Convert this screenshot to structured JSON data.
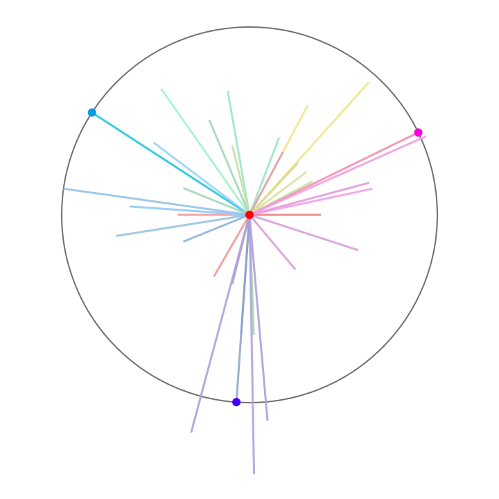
{
  "diagram": {
    "background_color": "#ffffff",
    "circle": {
      "stroke_color": "#707070"
    },
    "center_point": {
      "color": "#ff0000"
    },
    "rays": [
      {
        "angle_deg": 0,
        "length": 0.38,
        "color": "#e57373",
        "opacity": 0.8
      },
      {
        "angle_deg": 180,
        "length": 0.38,
        "color": "#ef9a9a",
        "opacity": 0.9
      },
      {
        "angle_deg": 147,
        "length": 1.0,
        "color": "#26c6da",
        "opacity": 0.9
      },
      {
        "angle_deg": 143,
        "length": 0.64,
        "color": "#90caf9",
        "opacity": 0.8
      },
      {
        "angle_deg": 172,
        "length": 1.0,
        "color": "#90bfe0",
        "opacity": 0.85
      },
      {
        "angle_deg": 176,
        "length": 0.64,
        "color": "#90caf9",
        "opacity": 0.9
      },
      {
        "angle_deg": 189,
        "length": 0.72,
        "color": "#90bfe0",
        "opacity": 0.85
      },
      {
        "angle_deg": 202,
        "length": 0.38,
        "color": "#90b4d8",
        "opacity": 0.9
      },
      {
        "angle_deg": 125,
        "length": 0.82,
        "color": "#a7f3d0",
        "opacity": 0.95
      },
      {
        "angle_deg": 100,
        "length": 0.67,
        "color": "#9de5c6",
        "opacity": 0.9
      },
      {
        "angle_deg": 113,
        "length": 0.55,
        "color": "#a5d6b8",
        "opacity": 0.9
      },
      {
        "angle_deg": 158,
        "length": 0.38,
        "color": "#a5d6b8",
        "opacity": 0.9
      },
      {
        "angle_deg": 104,
        "length": 0.38,
        "color": "#c5e1a5",
        "opacity": 0.9
      },
      {
        "angle_deg": 69,
        "length": 0.44,
        "color": "#9de5c6",
        "opacity": 0.9
      },
      {
        "angle_deg": 62,
        "length": 0.66,
        "color": "#f0e68c",
        "opacity": 0.9
      },
      {
        "angle_deg": 48,
        "length": 0.95,
        "color": "#f0e68c",
        "opacity": 0.9
      },
      {
        "angle_deg": 62,
        "length": 0.38,
        "color": "#e0a0b0",
        "opacity": 0.9
      },
      {
        "angle_deg": 47,
        "length": 0.38,
        "color": "#d8d890",
        "opacity": 0.9
      },
      {
        "angle_deg": 37,
        "length": 0.38,
        "color": "#dde0a0",
        "opacity": 0.9
      },
      {
        "angle_deg": 28,
        "length": 0.38,
        "color": "#c5e1a5",
        "opacity": 0.9
      },
      {
        "angle_deg": 26,
        "length": 1.0,
        "color": "#f48fb1",
        "opacity": 0.9
      },
      {
        "angle_deg": 24,
        "length": 1.03,
        "color": "#f0a0e0",
        "opacity": 0.9
      },
      {
        "angle_deg": 15,
        "length": 0.66,
        "color": "#e59ad8",
        "opacity": 0.9
      },
      {
        "angle_deg": 12,
        "length": 0.67,
        "color": "#f0a0e8",
        "opacity": 0.9
      },
      {
        "angle_deg": 342,
        "length": 0.61,
        "color": "#d8a0d8",
        "opacity": 0.9
      },
      {
        "angle_deg": 310,
        "length": 0.38,
        "color": "#d8a0d8",
        "opacity": 0.9
      },
      {
        "angle_deg": 240,
        "length": 0.38,
        "color": "#ef9a9a",
        "opacity": 0.9
      },
      {
        "angle_deg": 256,
        "length": 0.38,
        "color": "#b39ddb",
        "opacity": 0.9
      },
      {
        "angle_deg": 266,
        "length": 0.64,
        "color": "#7e6ec8",
        "opacity": 0.9
      },
      {
        "angle_deg": 266,
        "length": 1.0,
        "color": "#90a8c8",
        "opacity": 0.9
      },
      {
        "angle_deg": 272,
        "length": 0.64,
        "color": "#a5d6a7",
        "opacity": 0.9
      },
      {
        "angle_deg": 275,
        "length": 1.1,
        "color": "#b39ddb",
        "opacity": 0.9
      },
      {
        "angle_deg": 255,
        "length": 1.2,
        "color": "#b39ddb",
        "opacity": 0.9
      },
      {
        "angle_deg": 271,
        "length": 1.38,
        "color": "#b0a0e8",
        "opacity": 0.9
      }
    ],
    "rim_points": [
      {
        "angle_deg": 147,
        "color": "#039be5"
      },
      {
        "angle_deg": 26,
        "color": "#ff00dd"
      },
      {
        "angle_deg": 266,
        "color": "#4400ff"
      }
    ]
  }
}
